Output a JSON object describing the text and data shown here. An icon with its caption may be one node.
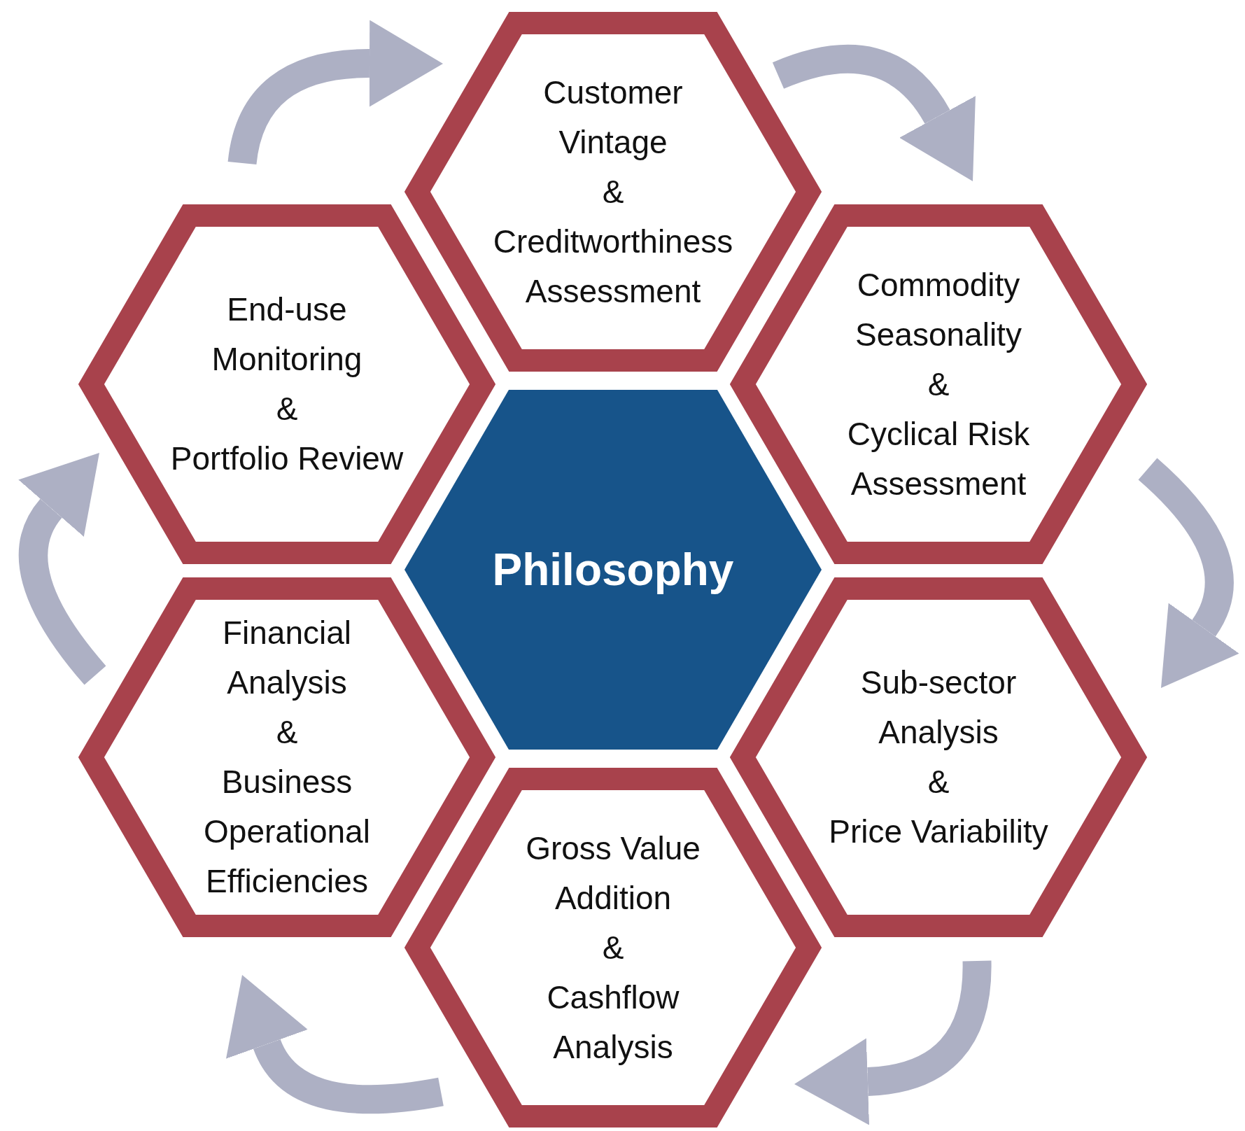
{
  "diagram": {
    "nodes": [
      {
        "text": [
          "Customer Vintage",
          "&",
          "Creditworthiness Assessment"
        ]
      },
      {
        "text": [
          "End-use Monitoring",
          "&",
          "Portfolio Review"
        ]
      },
      {
        "text": [
          "Commodity Seasonality",
          "&",
          "Cyclical Risk Assessment"
        ]
      },
      {
        "text": [
          "Philosophy"
        ]
      },
      {
        "text": [
          "Financial Analysis",
          "&",
          "Business Operational Efficiencies"
        ]
      },
      {
        "text": [
          "Sub-sector Analysis",
          "&",
          "Price Variability"
        ]
      },
      {
        "text": [
          "Gross Value Addition",
          "&",
          "Cashflow Analysis"
        ]
      }
    ],
    "edges": [
      {
        "from": 1,
        "to": 0,
        "arrow": "to"
      },
      {
        "from": 0,
        "to": 2,
        "arrow": "to"
      },
      {
        "from": 2,
        "to": 5,
        "arrow": "to"
      },
      {
        "from": 5,
        "to": 6,
        "arrow": "to"
      },
      {
        "from": 6,
        "to": 4,
        "arrow": "to"
      },
      {
        "from": 4,
        "to": 1,
        "arrow": "to"
      }
    ]
  }
}
